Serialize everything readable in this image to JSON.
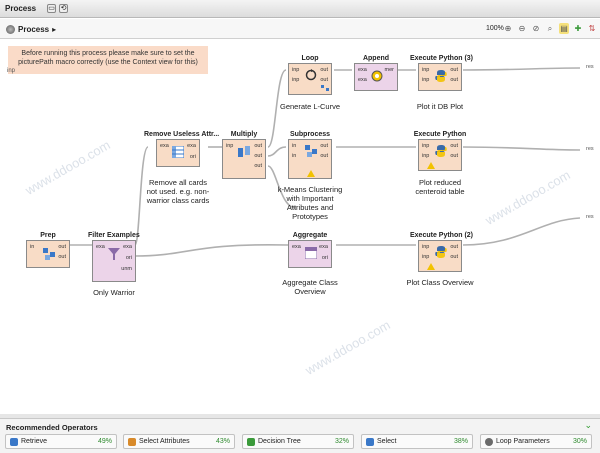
{
  "window": {
    "title": "Process"
  },
  "toolbar": {
    "breadcrumb": "Process",
    "zoom": "100%"
  },
  "canvas": {
    "note": "Before running this process please make sure to set the picturePath macro correctly (use the Context view for this)",
    "inp_label": "inp",
    "operators": {
      "prep": {
        "title": "Prep",
        "ports_in": [
          "in"
        ],
        "ports_out": [
          "out",
          "out"
        ]
      },
      "filter": {
        "title": "Filter Examples",
        "label": "Only Warrior",
        "ports_in": [
          "exa"
        ],
        "ports_out": [
          "exa",
          "ori",
          "unm"
        ]
      },
      "remove": {
        "title": "Remove Useless Attr...",
        "label": "Remove all cards not used. e.g. non-warrior class cards",
        "ports_in": [
          "exa"
        ],
        "ports_out": [
          "exa",
          "ori"
        ]
      },
      "multiply": {
        "title": "Multiply",
        "ports_in": [
          "inp"
        ],
        "ports_out": [
          "out",
          "out",
          "out"
        ]
      },
      "loop": {
        "title": "Loop",
        "label": "Generate L-Curve",
        "ports_in": [
          "inp",
          "inp"
        ],
        "ports_out": [
          "out",
          "out"
        ]
      },
      "append": {
        "title": "Append",
        "ports_in": [
          "exa",
          "exa"
        ],
        "ports_out": [
          "mer"
        ]
      },
      "python3": {
        "title": "Execute Python (3)",
        "label": "Plot it DB Plot",
        "ports_in": [
          "inp",
          "inp"
        ],
        "ports_out": [
          "out",
          "out"
        ]
      },
      "subprocess": {
        "title": "Subprocess",
        "label": "k-Means Clustering with Important Attributes and Prototypes",
        "ports_in": [
          "in",
          "in"
        ],
        "ports_out": [
          "out",
          "out"
        ]
      },
      "python": {
        "title": "Execute Python",
        "label": "Plot reduced centeroid table",
        "ports_in": [
          "inp",
          "inp"
        ],
        "ports_out": [
          "out",
          "out"
        ]
      },
      "aggregate": {
        "title": "Aggregate",
        "label": "Aggregate Class Overview",
        "ports_in": [
          "exa"
        ],
        "ports_out": [
          "exa",
          "ori"
        ]
      },
      "python2": {
        "title": "Execute Python (2)",
        "label": "Plot Class Overview",
        "ports_in": [
          "inp",
          "inp"
        ],
        "ports_out": [
          "out",
          "out"
        ]
      }
    },
    "res": "res"
  },
  "recommended": {
    "title": "Recommended Operators",
    "items": [
      {
        "label": "Retrieve",
        "pct": "49%",
        "color": "#3a78c8"
      },
      {
        "label": "Select Attributes",
        "pct": "43%",
        "color": "#d88a2a"
      },
      {
        "label": "Decision Tree",
        "pct": "32%",
        "color": "#3a9a3a"
      },
      {
        "label": "Select",
        "pct": "38%",
        "color": "#3a78c8"
      },
      {
        "label": "Loop Parameters",
        "pct": "30%",
        "color": "#6a6a6a"
      }
    ]
  }
}
